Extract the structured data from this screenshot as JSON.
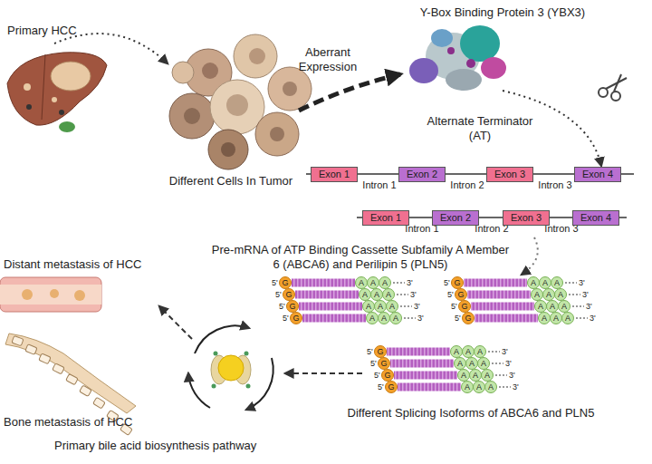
{
  "diagram": {
    "nodes": [
      {
        "text": [
          "Exon 1"
        ]
      },
      {
        "text": [
          "Exon 2"
        ]
      },
      {
        "text": [
          "Exon 3"
        ]
      },
      {
        "text": [
          "Exon 4"
        ]
      },
      {
        "text": [
          "Exon 1"
        ]
      },
      {
        "text": [
          "Exon 2"
        ]
      },
      {
        "text": [
          "Exon 3"
        ]
      },
      {
        "text": [
          "Exon 4"
        ]
      }
    ],
    "labels": [
      "Primary HCC",
      "Different Cells In Tumor",
      "Aberrant Expression",
      "Y-Box Binding Protein 3 (YBX3)",
      "Alternate Terminator (AT)",
      "Intron 1",
      "Intron 2",
      "Intron 3",
      "Intron 1",
      "Intron 2",
      "Intron 3",
      "Pre-mRNA of ATP Binding Cassette Subfamily A Member 6 (ABCA6) and Perilipin 5 (PLN5)",
      "Different Splicing Isoforms of ABCA6 and PLN5",
      "Distant metastasis of HCC",
      "Bone metastasis of HCC",
      "Primary bile acid biosynthesis pathway",
      "5'",
      "G",
      "A",
      "A",
      "A",
      "3'",
      "5'",
      "G",
      "A",
      "A",
      "A",
      "3'",
      "5'",
      "G",
      "A",
      "A",
      "A",
      "3'",
      "5'",
      "G",
      "A",
      "A",
      "A",
      "3'",
      "5'",
      "G",
      "A",
      "A",
      "A",
      "3'",
      "5'",
      "G",
      "A",
      "A",
      "A",
      "3'",
      "5'",
      "G",
      "A",
      "A",
      "A",
      "3'",
      "5'",
      "G",
      "A",
      "A",
      "A",
      "3'",
      "5'",
      "G",
      "A",
      "A",
      "A",
      "3'",
      "5'",
      "G",
      "A",
      "A",
      "A",
      "3'",
      "5'",
      "G",
      "A",
      "A",
      "A",
      "3'",
      "5'",
      "G",
      "A",
      "A",
      "A",
      "3'"
    ]
  }
}
